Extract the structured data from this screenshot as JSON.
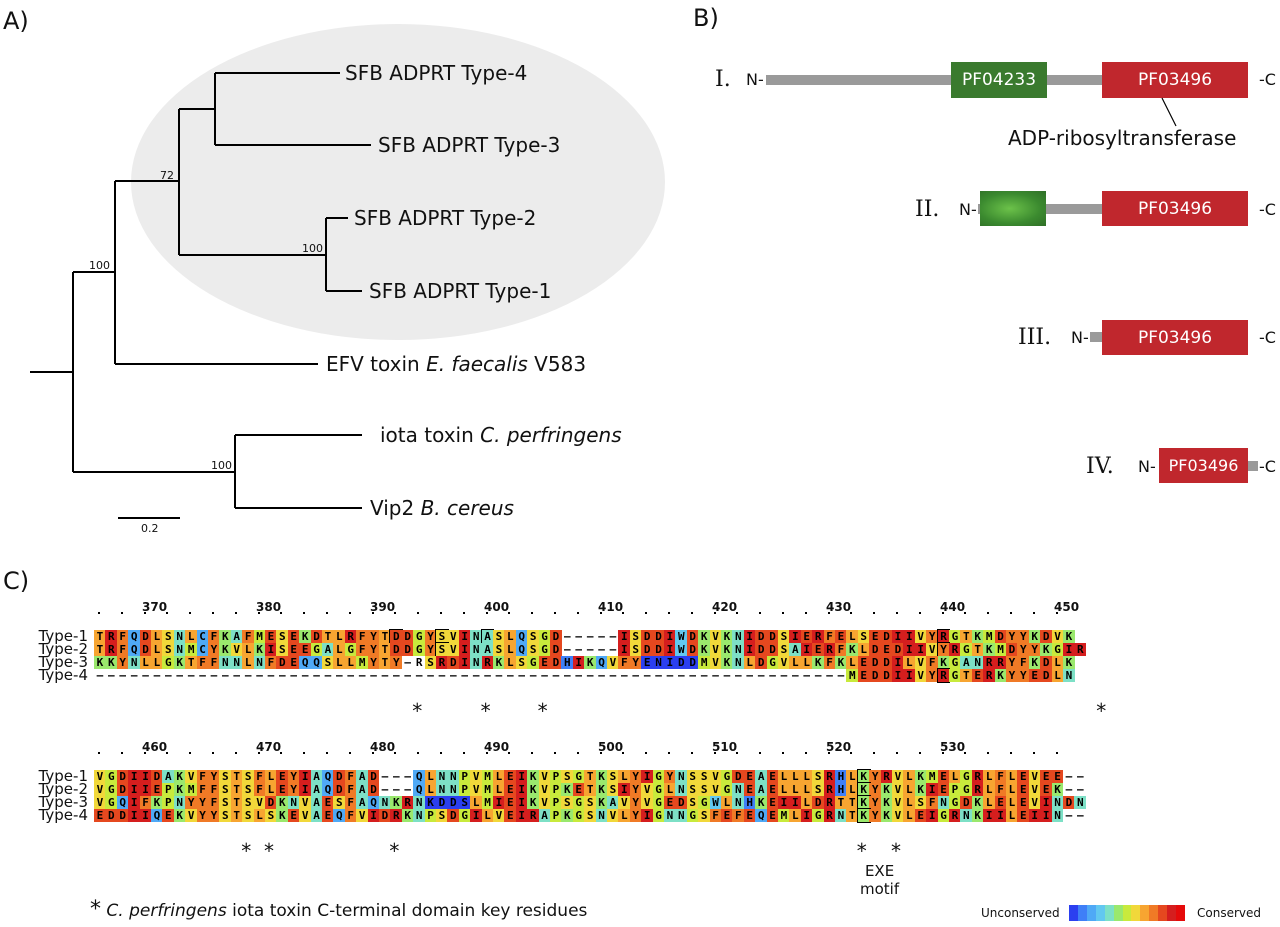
{
  "panels": {
    "a": "A)",
    "b": "B)",
    "c": "C)"
  },
  "tree": {
    "leaves": [
      {
        "id": "t4",
        "plain": "SFB ADPRT Type-4",
        "italic": "",
        "suffix": ""
      },
      {
        "id": "t3",
        "plain": "SFB ADPRT Type-3",
        "italic": "",
        "suffix": ""
      },
      {
        "id": "t2",
        "plain": "SFB ADPRT Type-2",
        "italic": "",
        "suffix": ""
      },
      {
        "id": "t1",
        "plain": "SFB ADPRT Type-1",
        "italic": "",
        "suffix": ""
      },
      {
        "id": "efv",
        "plain": "EFV toxin ",
        "italic": "E. faecalis",
        "suffix": " V583"
      },
      {
        "id": "iota",
        "plain": "iota toxin ",
        "italic": "C. perfringens",
        "suffix": ""
      },
      {
        "id": "vip2",
        "plain": "Vip2 ",
        "italic": "B. cereus",
        "suffix": ""
      }
    ],
    "bootstraps": [
      "72",
      "100",
      "100",
      "100"
    ],
    "scale_label": "0.2"
  },
  "domains": {
    "rows": [
      {
        "roman": "I.",
        "n": "N-",
        "c": "-C",
        "domains": [
          "PF04233",
          "PF03496"
        ]
      },
      {
        "roman": "II.",
        "n": "N-",
        "c": "-C",
        "domains": [
          "",
          "PF03496"
        ]
      },
      {
        "roman": "III.",
        "n": "N-",
        "c": "-C",
        "domains": [
          "PF03496"
        ]
      },
      {
        "roman": "IV.",
        "n": "N-",
        "c": "-C",
        "domains": [
          "PF03496"
        ]
      }
    ],
    "annotation": "ADP-ribosyltransferase",
    "colors": {
      "green": "#3a7a2e",
      "red": "#c0272d",
      "line": "#9a9a9a"
    }
  },
  "alignment": {
    "blocks": [
      {
        "start": 365,
        "numbers": [
          "370",
          "380",
          "390",
          "400",
          "410",
          "420",
          "430",
          "440",
          "450"
        ],
        "names": [
          "Type-1",
          "Type-2",
          "Type-3",
          "Type-4"
        ],
        "rows": [
          "TRFQDLSNLCFKAFMESEKDTLRFYTDDGYSVINASLQSGD-----ISDDIWDKVKNIDDSIERFELSEDIIVYRGTKMDYYKDVK",
          "TRFQDLSNMCYKVLKISEEGALGFYTDDGYSVINASLQSGD-----ISDDIWDKVKNIDDSAIERFKLDEDIIVYRGTKMDYYKGIR",
          "KKYNLLGKTFFNNLNFDEQQSLLMYTY-RSRDINRKLSGEDHIKQVFYENIDDMVKNLDGVLLKFKLEDDILVFKGANRRYFKDLK",
          "------------------------------------------------------------------MEDDIIVYRGTERKYYEDLN"
        ],
        "stars": [
          "*",
          "*",
          "*",
          "*"
        ],
        "stars_desc": "key residues"
      },
      {
        "start": 455,
        "numbers": [
          "460",
          "470",
          "480",
          "490",
          "500",
          "510",
          "520",
          "530"
        ],
        "names": [
          "Type-1",
          "Type-2",
          "Type-3",
          "Type-4"
        ],
        "rows": [
          "VGDIIDAKVFYSTSFLEYIAQDFAD---QLNNPVMLEIKVPSGTKSLYIGYNSSVGDEAELLLSRHLKYRVLKMELGRLFLEVEE--",
          "VGDIIEPKMFFSTSFLEYIAQDFAD---QLNNPVMLEIKVPKETKSIYVGLNSSVGNEAELLLSRHLKYKVLKIEPGRLFLEVEK--",
          "VGQIFKPNYYFSTSVDKNVAESFAQNKRNKDDSLMIEIKVPSGSKAVYVGEDSGWLNHKEIILDRTTKYKVLSFNGDKLELEVINDN",
          "EDDIIQEKVYYSTSLSKEVAEQFVIDRKNPSDGILVEIRAPKGSNVLYIGNNGSFEFEQEMLIGRNTKYKVLEIGRNKIILEIIN--"
        ],
        "stars": [
          "*",
          "*",
          "*",
          "*",
          "*"
        ]
      }
    ],
    "exe_label": [
      "EXE",
      "motif"
    ],
    "footnote_star": "*",
    "footnote_italic": "C. perfringens",
    "footnote_rest": " iota toxin C-terminal domain key residues",
    "legend": {
      "left": "Unconserved",
      "right": "Conserved",
      "colors": [
        "#2b3ff0",
        "#3f7ff7",
        "#4fa9f6",
        "#62c8f0",
        "#7de0c6",
        "#9ae86d",
        "#c8ea3c",
        "#f1d83a",
        "#f7a531",
        "#f07a26",
        "#e5481f",
        "#d51e1e",
        "#e50a0a"
      ]
    }
  }
}
